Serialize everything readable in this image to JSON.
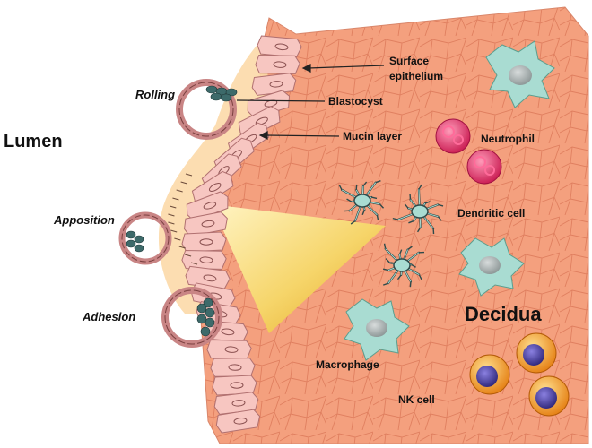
{
  "labels": {
    "lumen": "Lumen",
    "decidua": "Decidua",
    "rolling": "Rolling",
    "apposition": "Apposition",
    "adhesion": "Adhesion",
    "surface_epithelium_line1": "Surface",
    "surface_epithelium_line2": "epithelium",
    "blastocyst": "Blastocyst",
    "mucin_layer": "Mucin layer",
    "neutrophil": "Neutrophil",
    "dendritic_cell": "Dendritic cell",
    "macrophage": "Macrophage",
    "nk_cell": "NK cell"
  },
  "colors": {
    "decidua_tissue": "#f4a07e",
    "decidua_cell_border": "#e07f5f",
    "mucin": "#fcd9a8",
    "epithelial_cell": "#f7c6c1",
    "epithelial_border": "#b07070",
    "blastocyst_ring": "#c98585",
    "inner_cell_mass": "#3d6a6a",
    "immune_cyan": "#a9dcd2",
    "neutrophil": "#e0306a",
    "nk_outer": "#f0a020",
    "nk_nucleus": "#4a3d9a",
    "light_cone": "#f6d56a"
  }
}
